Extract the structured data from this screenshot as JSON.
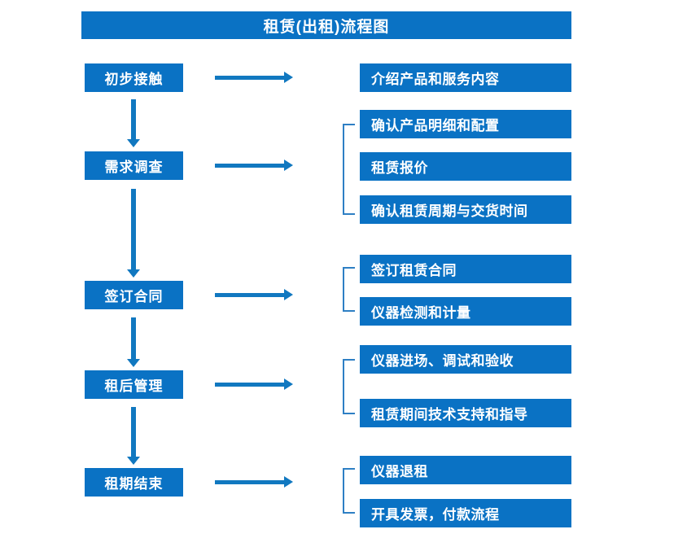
{
  "title": "租赁(出租)流程图",
  "colors": {
    "box_blue": "#0a72c4",
    "arrow_blue": "#1178c0",
    "bracket_blue": "#2e7fc4",
    "text": "#ffffff",
    "background": "#ffffff"
  },
  "stages": [
    {
      "label": "初步接触"
    },
    {
      "label": "需求调查"
    },
    {
      "label": "签订合同"
    },
    {
      "label": "租后管理"
    },
    {
      "label": "租期结束"
    }
  ],
  "details": [
    {
      "label": "介绍产品和服务内容",
      "group": 0
    },
    {
      "label": "确认产品明细和配置",
      "group": 1
    },
    {
      "label": "租赁报价",
      "group": 1
    },
    {
      "label": "确认租赁周期与交货时间",
      "group": 1
    },
    {
      "label": "签订租赁合同",
      "group": 2
    },
    {
      "label": "仪器检测和计量",
      "group": 2
    },
    {
      "label": "仪器进场、调试和验收",
      "group": 3
    },
    {
      "label": "租赁期间技术支持和指导",
      "group": 3
    },
    {
      "label": "仪器退租",
      "group": 4
    },
    {
      "label": "开具发票，付款流程",
      "group": 4
    }
  ],
  "connectors": {
    "vertical_count": 4,
    "horizontal_count": 5,
    "bracket_count": 4
  }
}
